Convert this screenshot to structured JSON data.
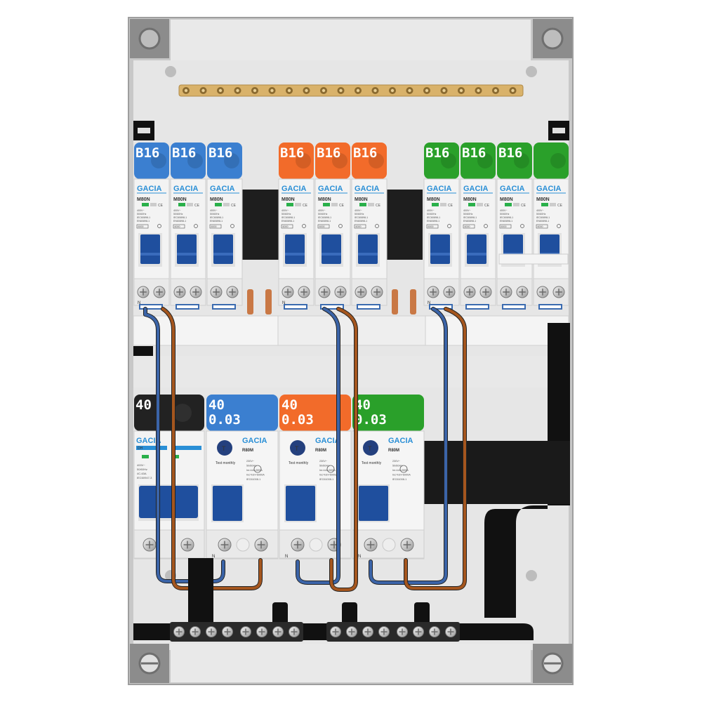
{
  "colors": {
    "blue": "#3b7fd0",
    "orange": "#f26b2a",
    "green": "#2aa02a",
    "black": "#222222",
    "brand": "#2a8fd6",
    "lever": "#1f4f9e",
    "copper": "#c97845",
    "brass": "#d9b26a"
  },
  "mcb_common": {
    "brand": "GACIA",
    "model": "M80N",
    "spec_lines": [
      "400V~",
      "50/60Hz",
      "IEC60898-1",
      "EN60898-1"
    ],
    "rating_box": "6000",
    "terminal_letter": "N"
  },
  "mcb_groups": [
    {
      "color_key": "blue",
      "labels": [
        "B16",
        "B16",
        "B16"
      ]
    },
    {
      "color_key": "orange",
      "labels": [
        "B16",
        "B16",
        "B16"
      ]
    },
    {
      "color_key": "green",
      "labels": [
        "B16",
        "B16",
        "B16",
        ""
      ]
    }
  ],
  "main_switch": {
    "rating": "40",
    "brand": "GACIA",
    "badge": "DH",
    "spec_lines": [
      "400V~",
      "50/60Hz",
      "4C-63A",
      "IEC60947-3"
    ]
  },
  "rcds": [
    {
      "color_key": "blue",
      "rating": "40",
      "sensitivity": "0.03"
    },
    {
      "color_key": "orange",
      "rating": "40",
      "sensitivity": "0.03"
    },
    {
      "color_key": "green",
      "rating": "40",
      "sensitivity": "0.03"
    }
  ],
  "rcd_common": {
    "brand": "GACIA",
    "model": "R80M",
    "test_label": "Test monthly",
    "spec_lines": [
      "230V~",
      "50/60Hz",
      "Im=Idn=500A",
      "Inc=Idn=6000A",
      "IEC61008-1"
    ],
    "terminal_letter": "N"
  }
}
